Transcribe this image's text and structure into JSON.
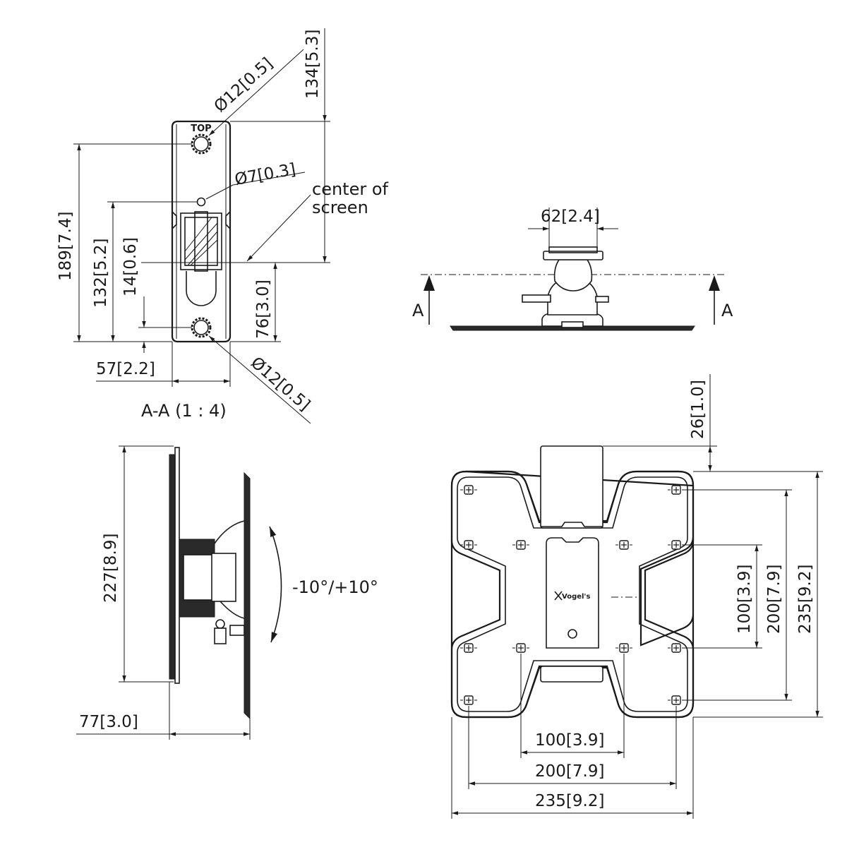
{
  "section_view": {
    "title": "A-A (1 : 4)",
    "top_mark": "TOP",
    "center_note_line1": "center of",
    "center_note_line2": "screen",
    "dims": {
      "hole_top": "Ø12[0.5]",
      "hole_mid": "Ø7[0.3]",
      "hole_bottom": "Ø12[0.5]",
      "d134": "134[5.3]",
      "d189": "189[7.4]",
      "d132": "132[5.2]",
      "d14": "14[0.6]",
      "d76": "76[3.0]",
      "d57": "57[2.2]"
    }
  },
  "top_view": {
    "dim_62": "62[2.4]",
    "section_marker_left": "A",
    "section_marker_right": "A"
  },
  "side_view": {
    "dim_227": "227[8.9]",
    "dim_77": "77[3.0]",
    "tilt_note": "-10°/+10°"
  },
  "front_view": {
    "dim_26": "26[1.0]",
    "v100": "100[3.9]",
    "v200": "200[7.9]",
    "v235": "235[9.2]",
    "h100": "100[3.9]",
    "h200": "200[7.9]",
    "h235": "235[9.2]"
  }
}
